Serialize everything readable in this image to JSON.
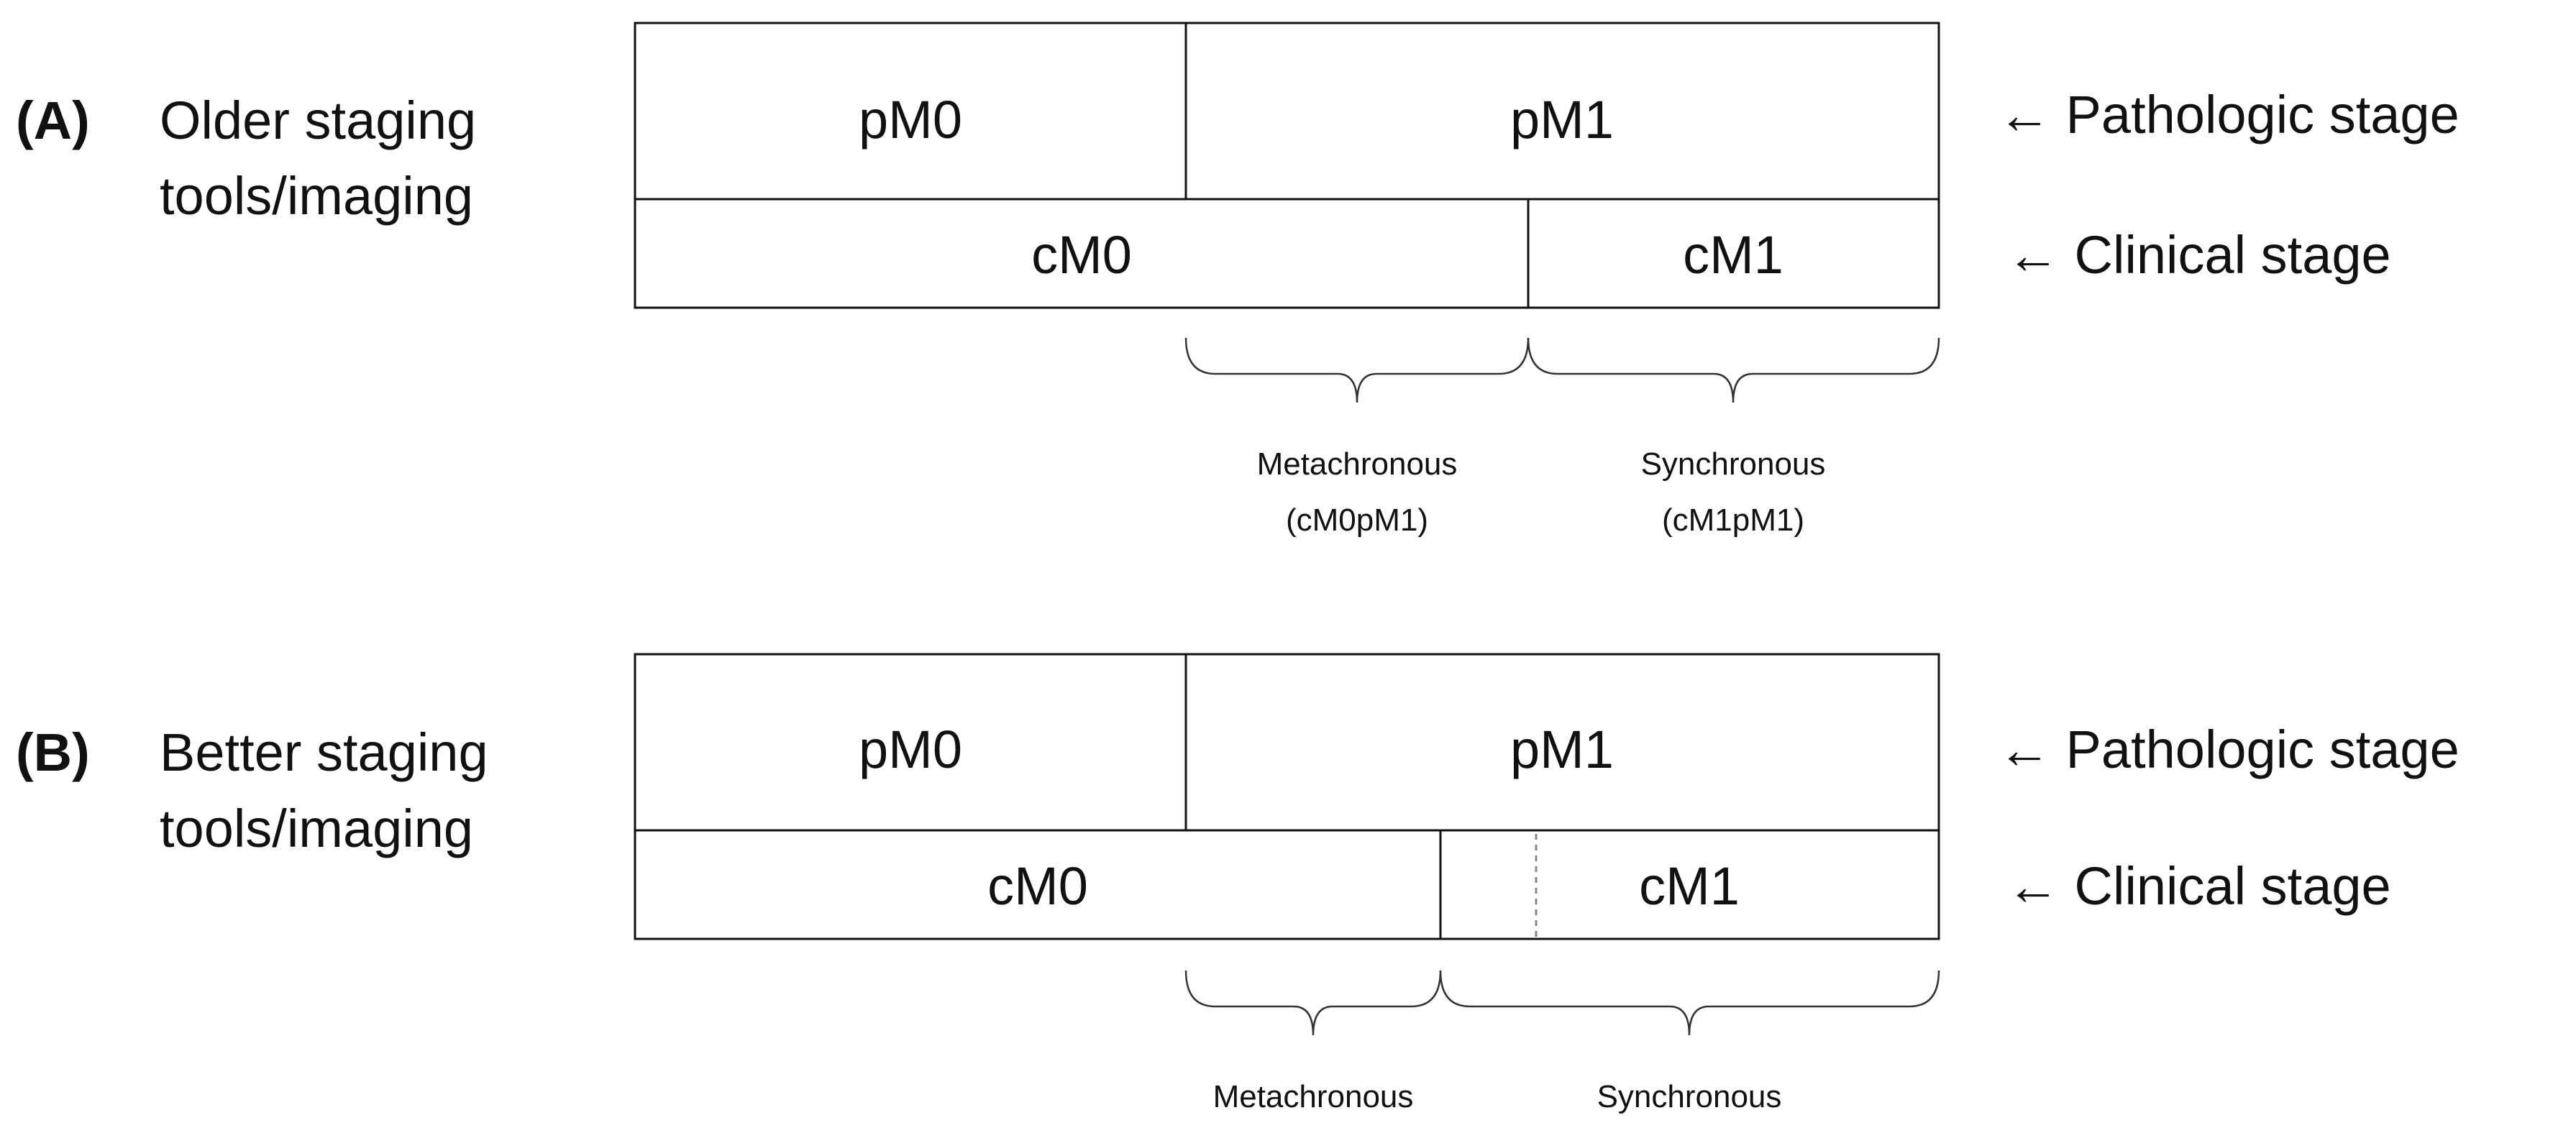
{
  "panel_a": {
    "letter": "(A)",
    "desc_line1": "Older staging",
    "desc_line2": "tools/imaging",
    "top_row": {
      "left": "pM0",
      "right": "pM1"
    },
    "bottom_row": {
      "left": "cM0",
      "right": "cM1"
    },
    "top_label": "← Pathologic stage",
    "bottom_label": "← Clinical stage",
    "brace_left": {
      "line1": "Metachronous",
      "line2": "(cM0pM1)"
    },
    "brace_right": {
      "line1": "Synchronous",
      "line2": "(cM1pM1)"
    }
  },
  "panel_b": {
    "letter": "(B)",
    "desc_line1": "Better staging",
    "desc_line2": "tools/imaging",
    "top_row": {
      "left": "pM0",
      "right": "pM1"
    },
    "bottom_row": {
      "left": "cM0",
      "right": "cM1"
    },
    "top_label": "← Pathologic stage",
    "bottom_label": "← Clinical stage",
    "brace_left": {
      "line1": "Metachronous"
    },
    "brace_right": {
      "line1": "Synchronous"
    }
  },
  "colors": {
    "line": "#111111",
    "dashed_divider": "#888888",
    "background": "#ffffff"
  }
}
